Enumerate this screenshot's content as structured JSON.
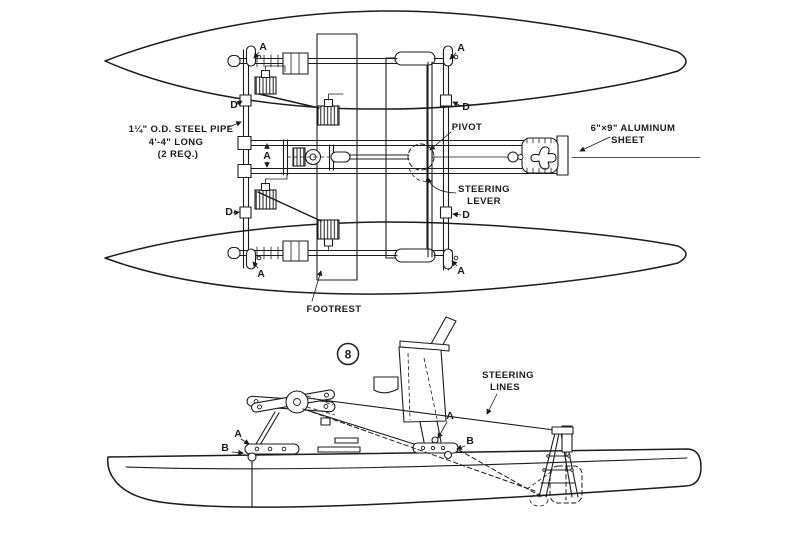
{
  "colors": {
    "ink": "#1c1c1c",
    "paper": "#ffffff"
  },
  "figure_number": "8",
  "top_view": {
    "pipe_note": [
      "1¼\" O.D. STEEL PIPE",
      "4'-4\" LONG",
      "(2 REQ.)"
    ],
    "pivot": "PIVOT",
    "steering_lever": [
      "STEERING",
      "LEVER"
    ],
    "aluminum_sheet": [
      "6\"×9\" ALUMINUM",
      "SHEET"
    ],
    "footrest": "FOOTREST",
    "marker_a": "A",
    "marker_d": "D"
  },
  "side_view": {
    "steering_lines": [
      "STEERING",
      "LINES"
    ],
    "marker_a": "A",
    "marker_b": "B"
  }
}
